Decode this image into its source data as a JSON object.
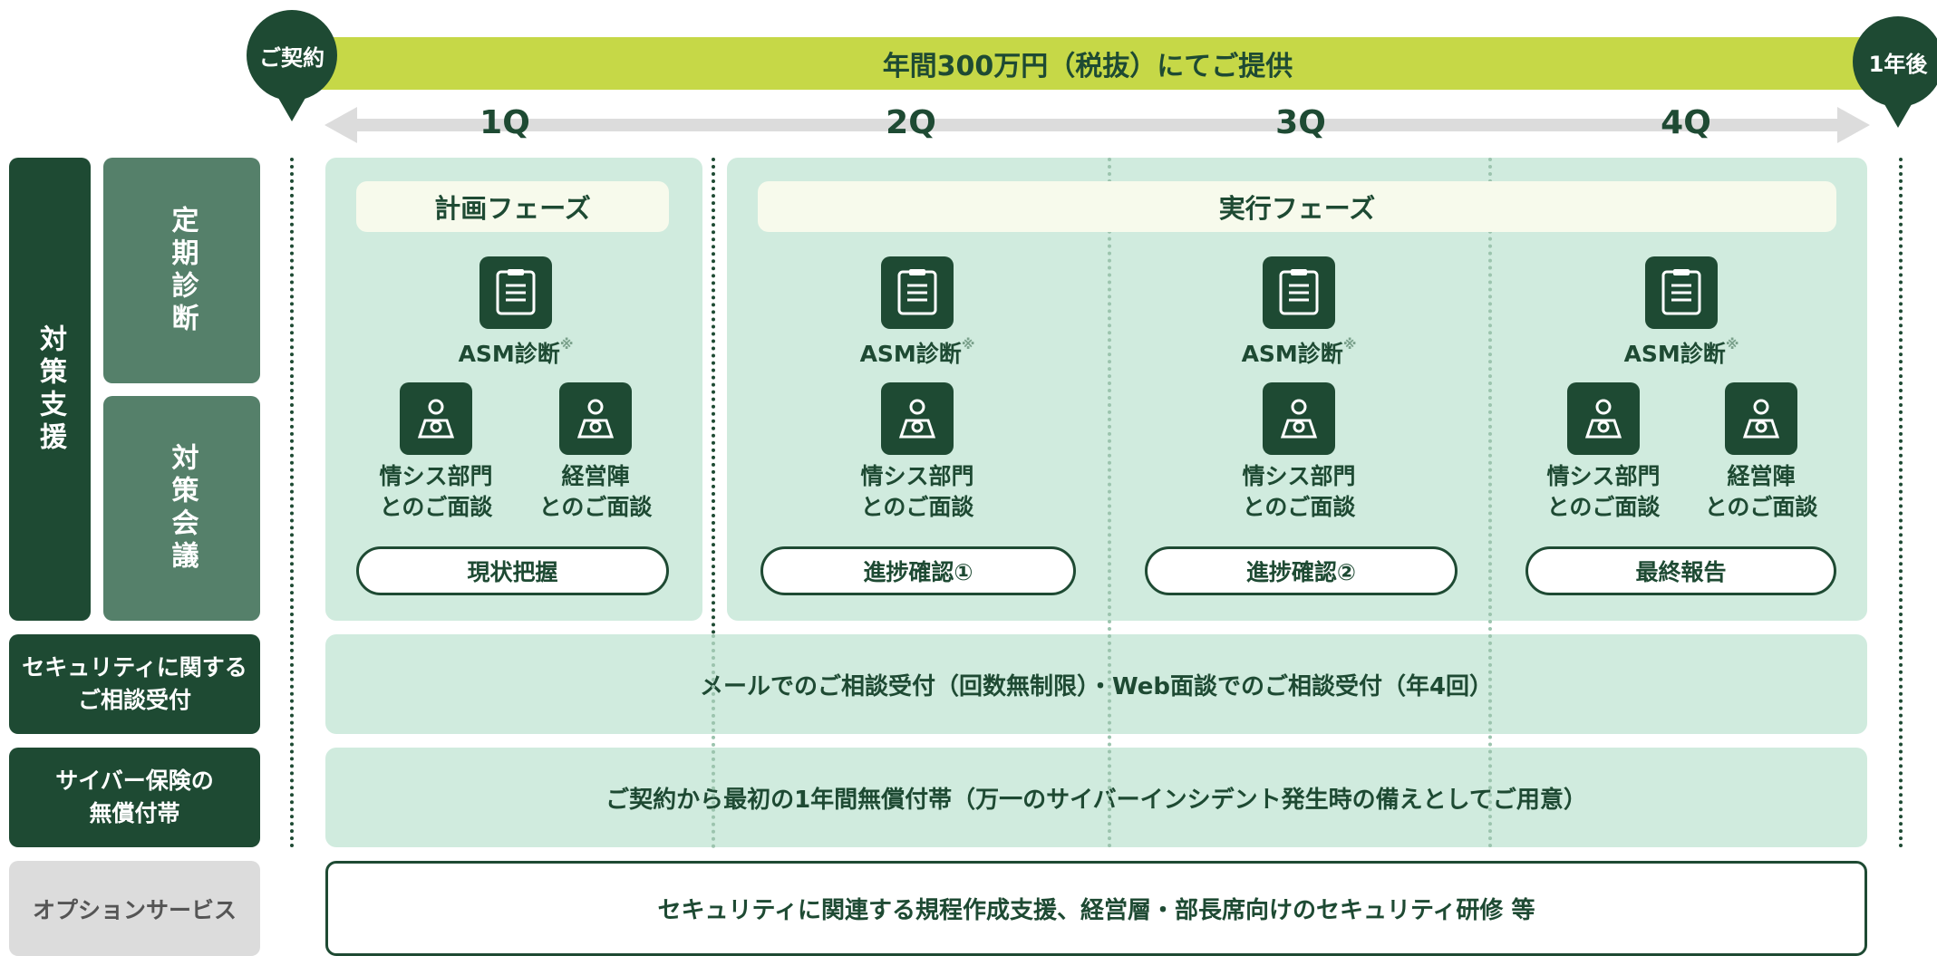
{
  "header": {
    "banner": "年間300万円（税抜）にてご提供",
    "start_label": "ご契約",
    "end_label": "1年後",
    "quarters": [
      "1Q",
      "2Q",
      "3Q",
      "4Q"
    ]
  },
  "rows": {
    "support_main": "対策支援",
    "periodic": "定期診断",
    "meeting": "対策会議",
    "consult": "セキュリティに関する\nご相談受付",
    "insurance": "サイバー保険の\n無償付帯",
    "option": "オプションサービス"
  },
  "phases": {
    "plan": "計画フェーズ",
    "exec": "実行フェーズ"
  },
  "items": {
    "asm": "ASM診断",
    "asm_mark": "※",
    "it_dept": "情シス部門\nとのご面談",
    "management": "経営陣\nとのご面談"
  },
  "milestones": [
    "現状把握",
    "進捗確認①",
    "進捗確認②",
    "最終報告"
  ],
  "bands": {
    "consult": "メールでのご相談受付（回数無制限）・Web面談でのご相談受付（年4回）",
    "insurance": "ご契約から最初の1年間無償付帯（万一のサイバーインシデント発生時の備えとしてご用意）",
    "option": "セキュリティに関連する規程作成支援、経営層・部長席向けのセキュリティ研修 等"
  },
  "icons": {
    "document": "document-icon",
    "meeting": "meeting-icon"
  },
  "colors": {
    "dark_green": "#1e4a33",
    "mid_green": "#55806a",
    "light_green": "#d0ebde",
    "lime": "#c6d847",
    "grey": "#dcdcdc"
  }
}
